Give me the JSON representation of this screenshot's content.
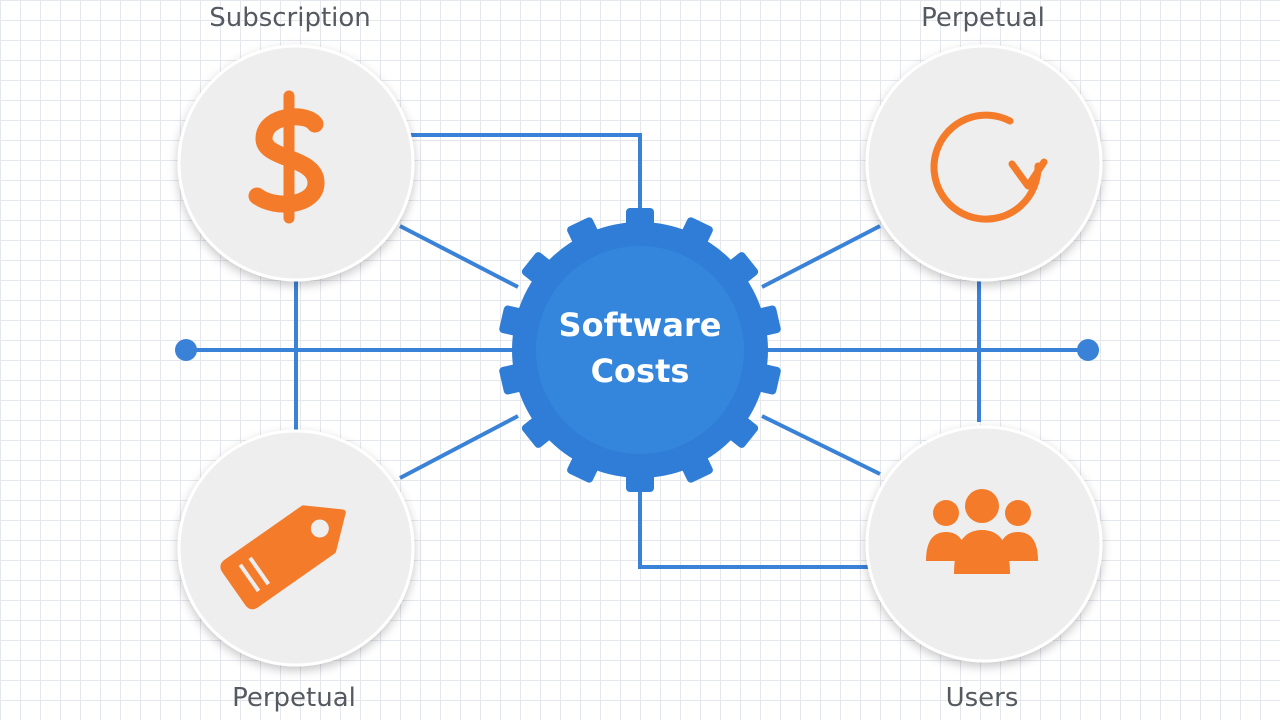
{
  "diagram": {
    "hub": {
      "line1": "Software",
      "line2": "Costs"
    },
    "nodes": {
      "top_left": {
        "label": "Subscription",
        "icon": "dollar-icon"
      },
      "top_right": {
        "label": "Perpetual",
        "icon": "refresh-icon"
      },
      "bottom_left": {
        "label": "Perpetual",
        "icon": "price-tag-icon"
      },
      "bottom_right": {
        "label": "Users",
        "icon": "users-icon"
      }
    },
    "colors": {
      "hub": "#2f7dd6",
      "connector": "#3a82d8",
      "icon": "#f47b2a",
      "node_fill": "#eeeeee",
      "label": "#545a60"
    }
  }
}
